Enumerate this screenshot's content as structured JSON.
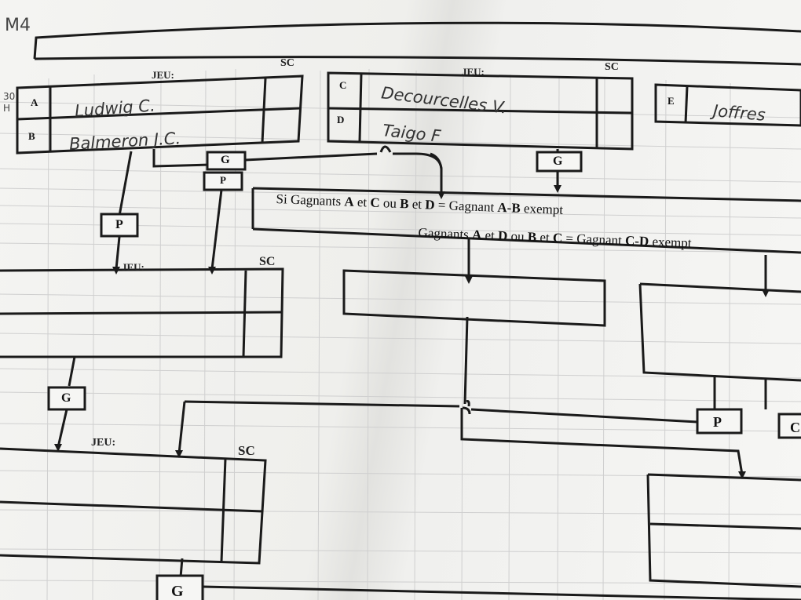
{
  "sheet_id": "M4",
  "margin_notes": [
    "30",
    "H"
  ],
  "labels": {
    "jeu": "JEU:",
    "sc": "SC"
  },
  "players": {
    "A": {
      "letter": "A",
      "name": "Ludwig C."
    },
    "B": {
      "letter": "B",
      "name": "Balmeron J.C."
    },
    "C": {
      "letter": "C",
      "name": "Decourcelles V."
    },
    "D": {
      "letter": "D",
      "name": "Taigo F"
    },
    "E": {
      "letter": "E",
      "name": "Joffres"
    }
  },
  "markers": {
    "winner": "G",
    "loser": "P",
    "partial": "C"
  },
  "rule_note": {
    "line1": [
      "Si Gagnants ",
      "A",
      " et ",
      "C",
      " ou ",
      "B",
      " et ",
      "D",
      " = Gagnant ",
      "A-B",
      " exempt"
    ],
    "line2": [
      "Gagnants ",
      "A",
      " et ",
      "D",
      " ou ",
      "B",
      " et ",
      "C",
      " = Gagnant ",
      "C-D",
      " exempt"
    ]
  }
}
